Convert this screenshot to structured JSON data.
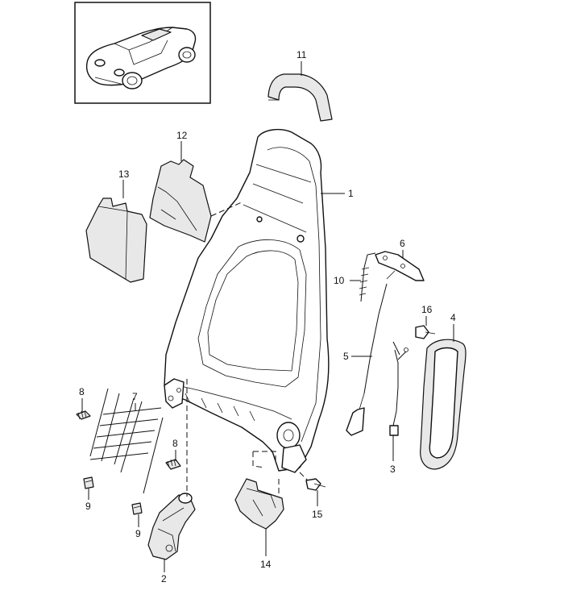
{
  "parts": [
    {
      "id": "1",
      "label": "1"
    },
    {
      "id": "2",
      "label": "2"
    },
    {
      "id": "3",
      "label": "3"
    },
    {
      "id": "4",
      "label": "4"
    },
    {
      "id": "5",
      "label": "5"
    },
    {
      "id": "6",
      "label": "6"
    },
    {
      "id": "7",
      "label": "7"
    },
    {
      "id": "8a",
      "label": "8"
    },
    {
      "id": "8b",
      "label": "8"
    },
    {
      "id": "9a",
      "label": "9"
    },
    {
      "id": "9b",
      "label": "9"
    },
    {
      "id": "10",
      "label": "10"
    },
    {
      "id": "11",
      "label": "11"
    },
    {
      "id": "12",
      "label": "12"
    },
    {
      "id": "13",
      "label": "13"
    },
    {
      "id": "14",
      "label": "14"
    },
    {
      "id": "15",
      "label": "15"
    },
    {
      "id": "16",
      "label": "16"
    }
  ]
}
